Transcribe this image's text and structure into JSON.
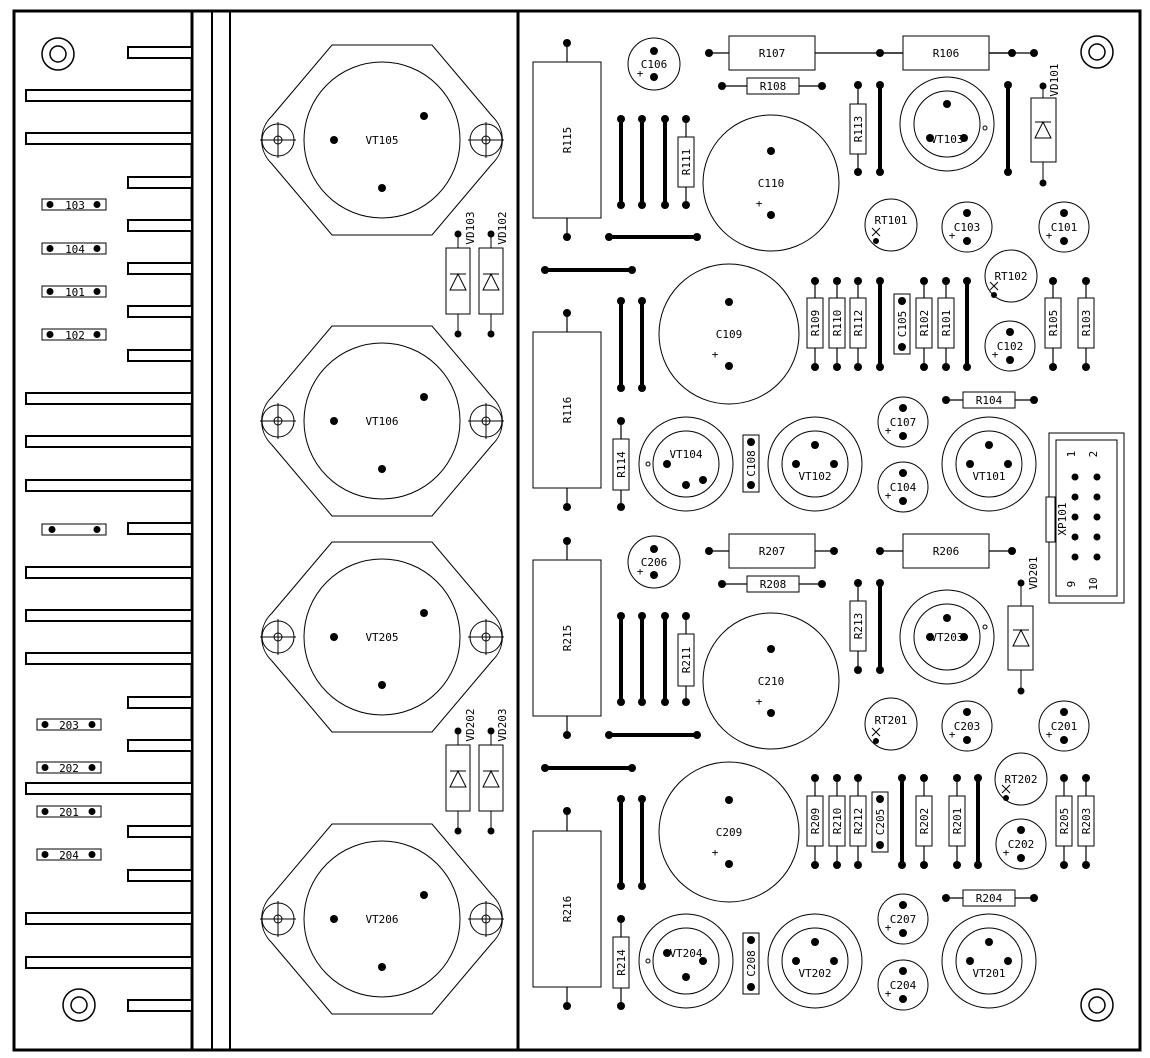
{
  "resistor_packs": [
    {
      "label": "103"
    },
    {
      "label": "104"
    },
    {
      "label": "101"
    },
    {
      "label": "102"
    },
    {
      "label": ""
    },
    {
      "label": "203"
    },
    {
      "label": "202"
    },
    {
      "label": "201"
    },
    {
      "label": "204"
    }
  ],
  "power_transistors": [
    {
      "label": "VT105"
    },
    {
      "label": "VT106"
    },
    {
      "label": "VT205"
    },
    {
      "label": "VT206"
    }
  ],
  "heatsink_diodes": [
    {
      "label": "VD103"
    },
    {
      "label": "VD102"
    },
    {
      "label": "VD202"
    },
    {
      "label": "VD203"
    }
  ],
  "resistors": {
    "R115": "R115",
    "R116": "R116",
    "R215": "R215",
    "R216": "R216",
    "R107": "R107",
    "R106": "R106",
    "R108": "R108",
    "R111": "R111",
    "R113": "R113",
    "R109": "R109",
    "R110": "R110",
    "R112": "R112",
    "R102": "R102",
    "R101": "R101",
    "R105": "R105",
    "R103": "R103",
    "R104": "R104",
    "R114": "R114",
    "R207": "R207",
    "R206": "R206",
    "R208": "R208",
    "R211": "R211",
    "R213": "R213",
    "R209": "R209",
    "R210": "R210",
    "R212": "R212",
    "R202": "R202",
    "R201": "R201",
    "R205": "R205",
    "R203": "R203",
    "R204": "R204",
    "R214": "R214"
  },
  "capacitors": {
    "C106": "C106",
    "C110": "C110",
    "C109": "C109",
    "C103": "C103",
    "C101": "C101",
    "C102": "C102",
    "C105": "C105",
    "C107": "C107",
    "C104": "C104",
    "C108": "C108",
    "C206": "C206",
    "C210": "C210",
    "C209": "C209",
    "C203": "C203",
    "C201": "C201",
    "C202": "C202",
    "C205": "C205",
    "C207": "C207",
    "C204": "C204",
    "C208": "C208"
  },
  "transistors": {
    "VT103": "VT103",
    "VT104": "VT104",
    "VT102": "VT102",
    "VT101": "VT101",
    "VT203": "VT203",
    "VT204": "VT204",
    "VT202": "VT202",
    "VT201": "VT201"
  },
  "thermistors": {
    "RT101": "RT101",
    "RT102": "RT102",
    "RT201": "RT201",
    "RT202": "RT202"
  },
  "diodes": {
    "VD101": "VD101",
    "VD201": "VD201"
  },
  "connector": {
    "ref": "XP101",
    "pin_1": "1",
    "pin_2": "2",
    "pin_9": "9",
    "pin_10": "10"
  },
  "plus_sign": "+"
}
